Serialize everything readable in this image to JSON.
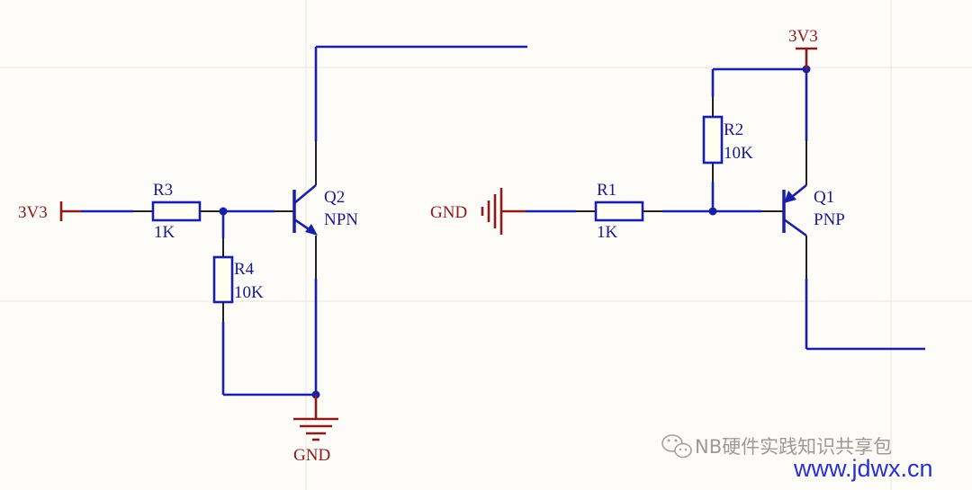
{
  "npn_stage": {
    "power_label": "3V3",
    "r3": {
      "ref": "R3",
      "value": "1K"
    },
    "r4": {
      "ref": "R4",
      "value": "10K"
    },
    "q2": {
      "ref": "Q2",
      "type": "NPN"
    },
    "gnd_label": "GND"
  },
  "pnp_stage": {
    "gnd_label": "GND",
    "r1": {
      "ref": "R1",
      "value": "1K"
    },
    "r2": {
      "ref": "R2",
      "value": "10K"
    },
    "q1": {
      "ref": "Q1",
      "type": "PNP"
    },
    "power_label": "3V3"
  },
  "watermark": {
    "account": "NB硬件实践知识共享包",
    "url": "www.jdwx.cn",
    "icon": "wechat-icon"
  },
  "colors": {
    "wire": "#1a1fa8",
    "power_symbol": "#8b1a1a",
    "background": "#fdfcf8"
  }
}
